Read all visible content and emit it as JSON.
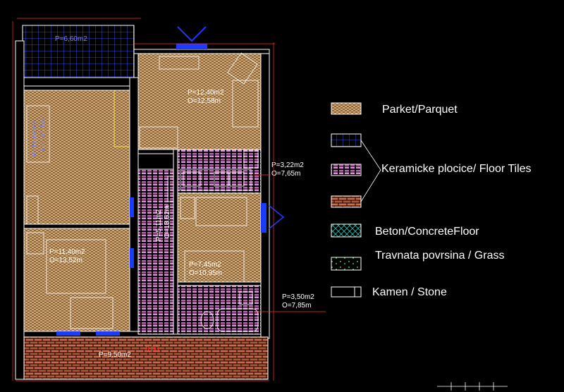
{
  "rooms": {
    "balcony_top": {
      "area": "P=6,60m2"
    },
    "bedroom_left": {
      "area": "P=15,69m2",
      "perimeter": "O=14,11m"
    },
    "living": {
      "area": "P=12,40m2",
      "perimeter": "O=12,58m"
    },
    "kitchen": {
      "area": "P=3,22m2",
      "perimeter": "O=7,65m"
    },
    "hall": {
      "area": "P=5,11m2",
      "perimeter": "O=13,52m"
    },
    "bedroom_bottom": {
      "area": "P=11,40m2",
      "perimeter": "O=13,52m"
    },
    "room_mid": {
      "area": "P=7,45m2",
      "perimeter": "O=10,95m"
    },
    "bath": {
      "area": "P=3,50m2",
      "perimeter": "O=7,85m"
    },
    "terrace": {
      "area": "P=9,50m2"
    },
    "level": "0.00"
  },
  "legend": {
    "items": [
      {
        "label": "Parket/Parquet",
        "pattern": "parquet"
      },
      {
        "label": "",
        "pattern": "tiles-blue"
      },
      {
        "label": "Keramicke plocice/ Floor Tiles",
        "pattern": "tiles-pink"
      },
      {
        "label": "",
        "pattern": "brick"
      },
      {
        "label": "Beton/ConcreteFloor",
        "pattern": "concrete"
      },
      {
        "label": "Travnata povrsina / Grass",
        "pattern": "grass"
      },
      {
        "label": "Kamen / Stone",
        "pattern": "stone"
      }
    ]
  },
  "colors": {
    "background": "#000000",
    "wall": "#ffffff",
    "label": "#8080ff",
    "parquet": "#d2a679",
    "tiles_pink": "#d070c8",
    "brick": "#d06a4a",
    "dimension": "#ff3030",
    "window": "#1a3cff"
  }
}
